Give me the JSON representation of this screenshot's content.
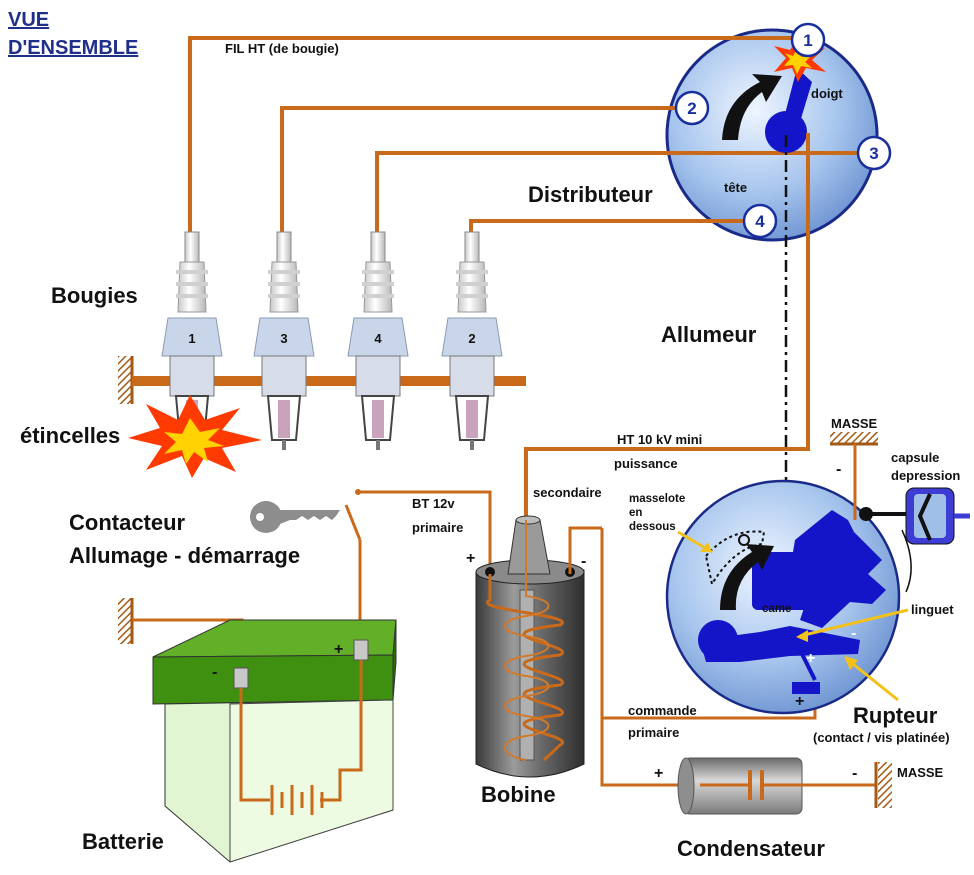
{
  "title": {
    "line1": "VUE",
    "line2": "D'ENSEMBLE"
  },
  "labels": {
    "fil_ht": "FIL HT (de bougie)",
    "distributeur": "Distributeur",
    "doigt": "doigt",
    "tete": "tête",
    "bougies": "Bougies",
    "etincelles": "étincelles",
    "allumeur": "Allumeur",
    "ht": "HT 10 kV mini",
    "puissance": "puissance",
    "secondaire": "secondaire",
    "bt": "BT 12v",
    "primaire": "primaire",
    "contacteur1": "Contacteur",
    "contacteur2": "Allumage - démarrage",
    "masse_top": "MASSE",
    "capsule1": "capsule",
    "capsule2": "depression",
    "masselote1": "masselote",
    "masselote2": "en",
    "masselote3": "dessous",
    "came": "came",
    "linguet": "linguet",
    "commande": "commande",
    "commande_primaire": "primaire",
    "rupteur": "Rupteur",
    "rupteur_sub": "(contact / vis platinée)",
    "bobine": "Bobine",
    "batterie": "Batterie",
    "condensateur": "Condensateur",
    "masse_cond": "MASSE"
  },
  "distributor_numbers": [
    "1",
    "2",
    "3",
    "4"
  ],
  "plug_numbers": [
    "1",
    "3",
    "4",
    "2"
  ],
  "signs": {
    "plus": "+",
    "minus": "-"
  },
  "colors": {
    "wire": "#c96a1b",
    "rotor": "#1414c8",
    "disc": "#9fbfe8",
    "battery": "#4c9a1a",
    "title": "#1f2f8a"
  }
}
